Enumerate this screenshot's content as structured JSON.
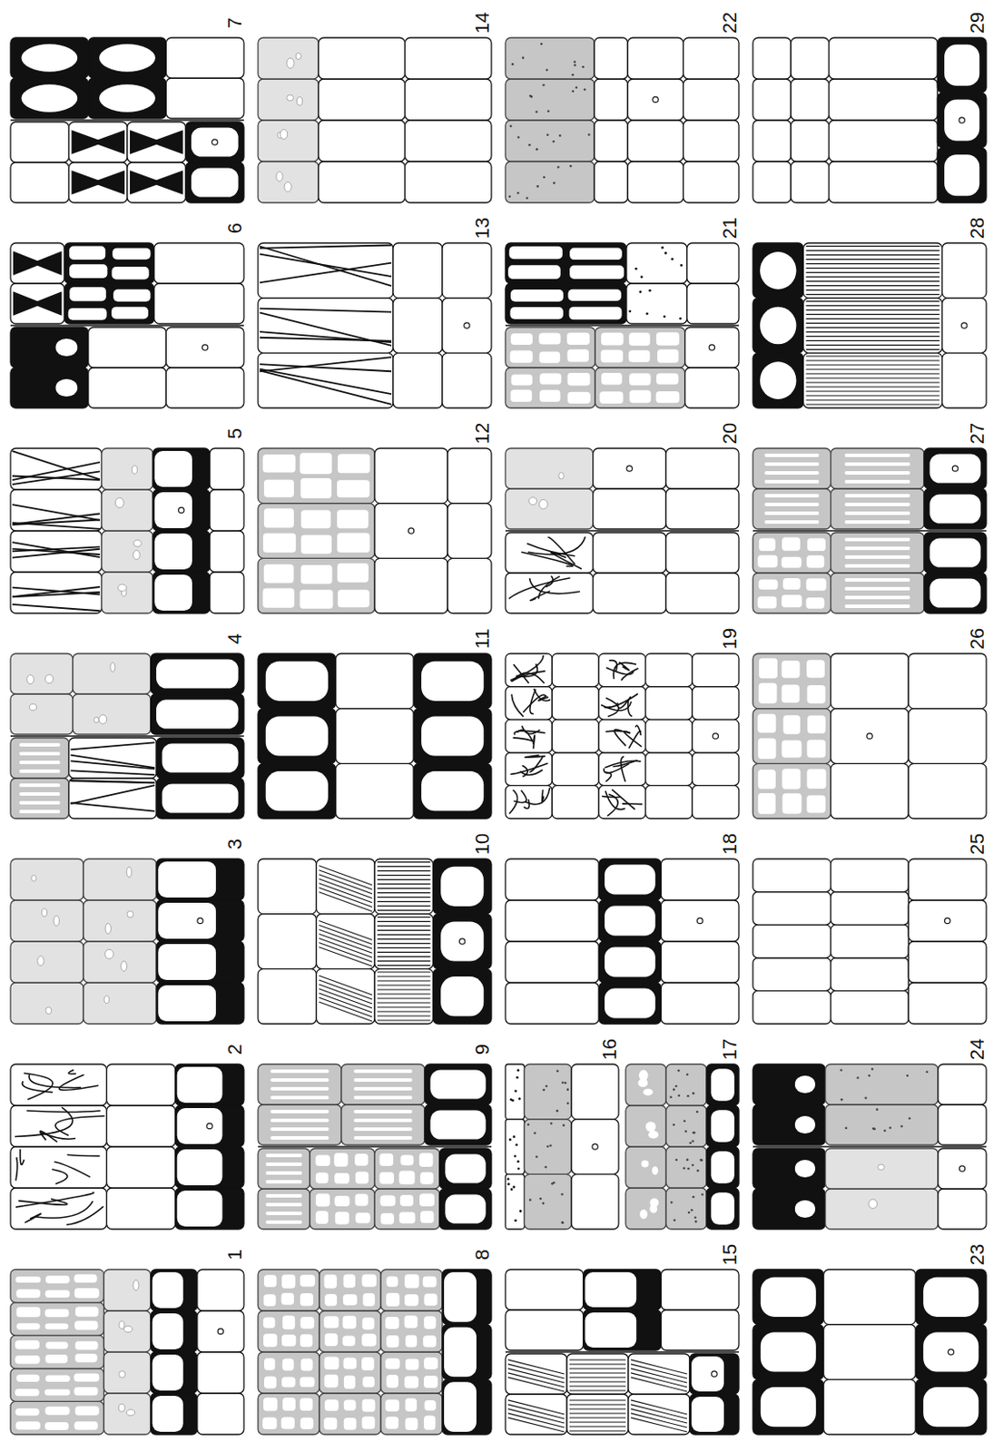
{
  "diagram": {
    "labels": [
      "1",
      "2",
      "3",
      "4",
      "5",
      "6",
      "7",
      "8",
      "9",
      "10",
      "11",
      "12",
      "13",
      "14",
      "15",
      "16",
      "17",
      "18",
      "19",
      "20",
      "21",
      "22",
      "23",
      "24",
      "25",
      "26",
      "27",
      "28",
      "29"
    ]
  }
}
